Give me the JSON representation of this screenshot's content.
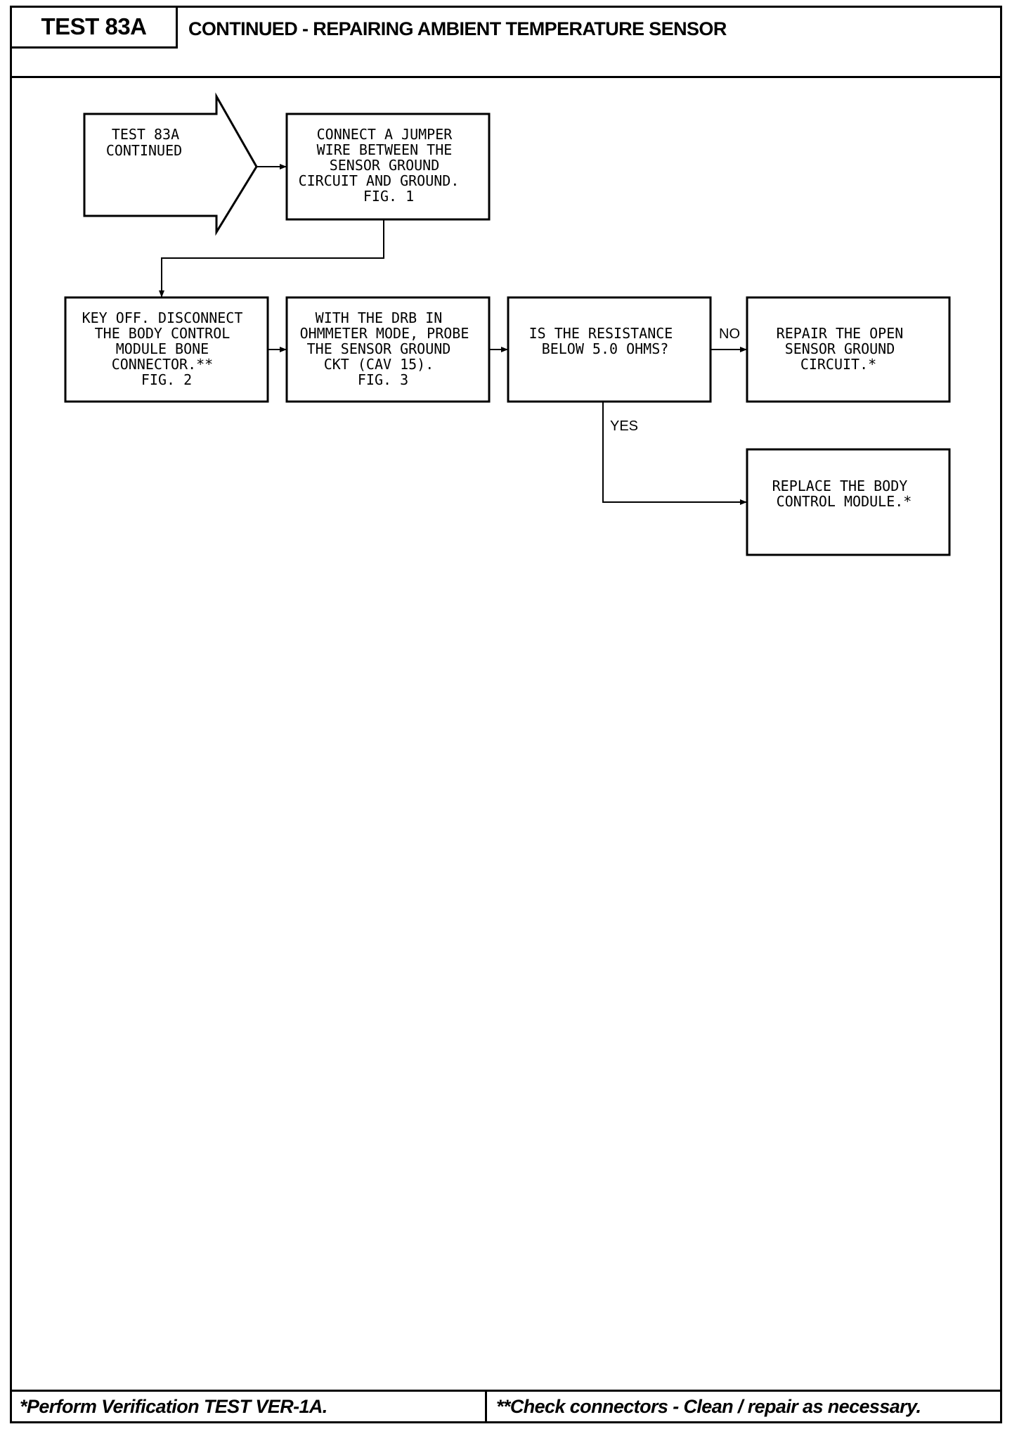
{
  "header": {
    "test_id": "TEST 83A",
    "title": "CONTINUED - REPAIRING AMBIENT TEMPERATURE SENSOR"
  },
  "flowchart": {
    "start": [
      "TEST 83A",
      "CONTINUED"
    ],
    "step1": [
      "CONNECT A JUMPER",
      "WIRE BETWEEN THE",
      "SENSOR GROUND",
      "CIRCUIT AND GROUND.",
      "FIG. 1"
    ],
    "step2": [
      "KEY OFF. DISCONNECT",
      "THE BODY CONTROL",
      "MODULE BONE",
      "CONNECTOR.**",
      "FIG. 2"
    ],
    "step3": [
      "WITH THE DRB IN",
      "OHMMETER MODE, PROBE",
      "THE SENSOR GROUND",
      "CKT (CAV 15).",
      "FIG. 3"
    ],
    "decision": [
      "IS THE RESISTANCE",
      "BELOW 5.0 OHMS?"
    ],
    "no_label": "NO",
    "yes_label": "YES",
    "no_action": [
      "REPAIR THE OPEN",
      "SENSOR GROUND",
      "CIRCUIT.*"
    ],
    "yes_action": [
      "REPLACE THE BODY",
      "CONTROL MODULE.*"
    ]
  },
  "footer": {
    "left": "*Perform Verification TEST VER-1A.",
    "right": "**Check connectors - Clean / repair as necessary."
  }
}
